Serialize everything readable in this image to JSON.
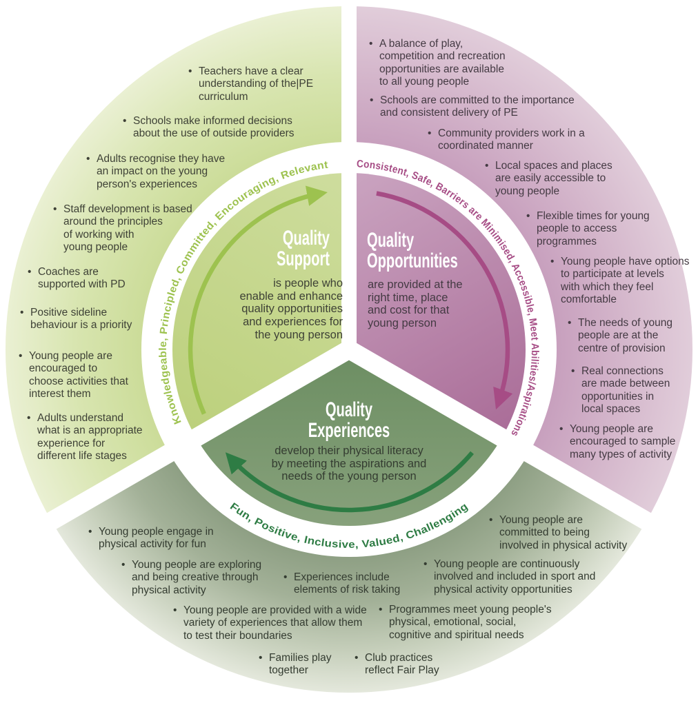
{
  "sectors": {
    "support": {
      "title": [
        "Quality",
        "Support"
      ],
      "description": [
        "is people who",
        "enable and enhance",
        "quality opportunities",
        "and experiences for",
        "the young person"
      ],
      "ring_text": "Knowledgeable, Principled, Committed, Encouraging, Relevant",
      "accent": "#9dc24f",
      "body_color": "#3e4136",
      "bullets": [
        "Teachers have a clear\nunderstanding of the|PE\ncurriculum",
        "Schools make informed decisions\nabout the use of outside providers",
        "Adults recognise they have\nan impact on the young\nperson's experiences",
        "Staff development is based\naround the principles\nof working with\nyoung people",
        "Coaches are\nsupported with PD",
        "Positive sideline\nbehaviour is a priority",
        "Young people are\nencouraged to\nchoose activities that\ninterest them",
        "Adults understand\nwhat is an appropriate\nexperience for\ndifferent life stages"
      ]
    },
    "opportunities": {
      "title": [
        "Quality",
        "Opportunities"
      ],
      "description": [
        "are provided at the",
        "right time, place",
        "and cost for that",
        "young person"
      ],
      "ring_text": "Consistent, Safe, Barriers are Minimised, Accessible, Meet Abilities/Aspirations",
      "accent": "#a64c85",
      "body_color": "#443a43",
      "bullets": [
        "A balance of play,\ncompetition and recreation\nopportunities are available\nto all young people",
        "Schools are committed to the importance\nand consistent delivery of PE",
        "Community providers work in a\ncoordinated manner",
        "Local spaces and places\nare easily accessible to\nyoung people",
        "Flexible times for young\npeople to access\nprogrammes",
        "Young people have options\nto participate at levels\nwith which they feel\ncomfortable",
        "The needs of young\npeople are at the\ncentre of provision",
        "Real connections\nare made between\nopportunities in\nlocal spaces",
        "Young people are\nencouraged to sample\nmany types of activity"
      ]
    },
    "experiences": {
      "title": [
        "Quality",
        "Experiences"
      ],
      "description": [
        "develop their physical literacy",
        "by meeting the aspirations and",
        "needs of the young person"
      ],
      "ring_text": "Fun, Positive, Inclusive, Valued, Challenging",
      "accent": "#2e7c44",
      "body_color": "#343c31",
      "bullets": [
        "Young people engage in\nphysical activity for fun",
        "Young people are exploring\nand being creative through\nphysical activity",
        "Experiences include\nelements of risk taking",
        "Young people are provided with a wide\nvariety of experiences that allow them\nto test their boundaries",
        "Families play\ntogether",
        "Club practices\nreflect Fair Play",
        "Young people are\ncommitted to being\ninvolved in physical activity",
        "Young people are continuously\ninvolved and included in sport and\nphysical activity opportunities",
        "Programmes meet young people's\nphysical, emotional, social,\ncognitive and spiritual needs"
      ]
    }
  }
}
